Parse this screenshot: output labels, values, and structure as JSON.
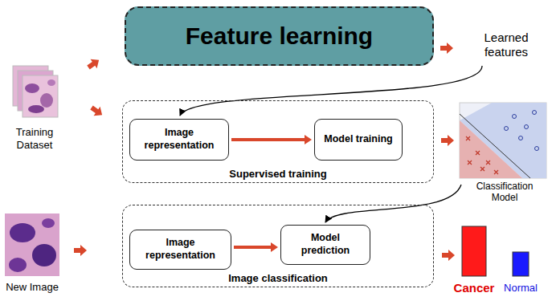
{
  "diagram": {
    "nodes": [
      {
        "text": [
          "Feature learning"
        ]
      },
      {
        "text": [
          "Supervised training"
        ]
      },
      {
        "text": [
          "Image representation"
        ],
        "in": 1
      },
      {
        "text": [
          "Model training"
        ],
        "in": 1
      },
      {
        "text": [
          "Image classification"
        ]
      },
      {
        "text": [
          "Image representation"
        ],
        "in": 4
      },
      {
        "text": [
          "Model prediction"
        ],
        "in": 4
      }
    ],
    "edges": [
      {
        "from": 2,
        "to": 3,
        "arrow": "to"
      },
      {
        "from": 5,
        "to": 6,
        "arrow": "to"
      }
    ],
    "labels": [
      "Training Dataset",
      "Learned features",
      "Classification Model",
      "New Image",
      "Cancer",
      "Normal"
    ]
  }
}
